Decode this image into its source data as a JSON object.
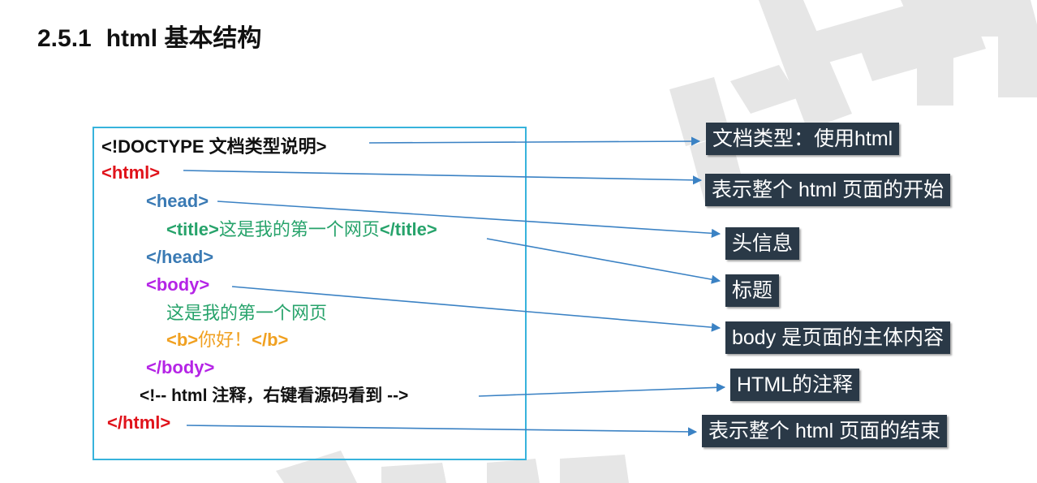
{
  "heading": {
    "section": "2.5.1",
    "text": "html 基本结构"
  },
  "code_lines": {
    "doctype": {
      "tag": "<!DOCTYPE",
      "text": "文档类型说明>"
    },
    "html_open": "<html>",
    "head_open": "<head>",
    "title_open": "<title>",
    "title_text": "这是我的第一个网页",
    "title_close": "</title>",
    "head_close": "</head>",
    "body_open": "<body>",
    "body_text": "这是我的第一个网页",
    "b_open": "<b>",
    "b_text": "你好！",
    "b_close": "</b>",
    "body_close": "</body>",
    "comment": "<!-- html 注释，右键看源码看到 -->",
    "html_close": "</html>"
  },
  "annotations": [
    "文档类型：使用html",
    "表示整个 html 页面的开始",
    "头信息",
    "标题",
    "body 是页面的主体内容",
    "HTML的注释",
    "表示整个 html 页面的结束"
  ],
  "colors": {
    "box_border": "#37b3dc",
    "arrow": "#3b82c4",
    "annotation_bg": "#2a3947",
    "tag_red": "#e0131b",
    "tag_blue": "#3a7ab4",
    "tag_teal": "#27a36b",
    "tag_purple": "#b524e6",
    "tag_orange": "#f0a020"
  }
}
